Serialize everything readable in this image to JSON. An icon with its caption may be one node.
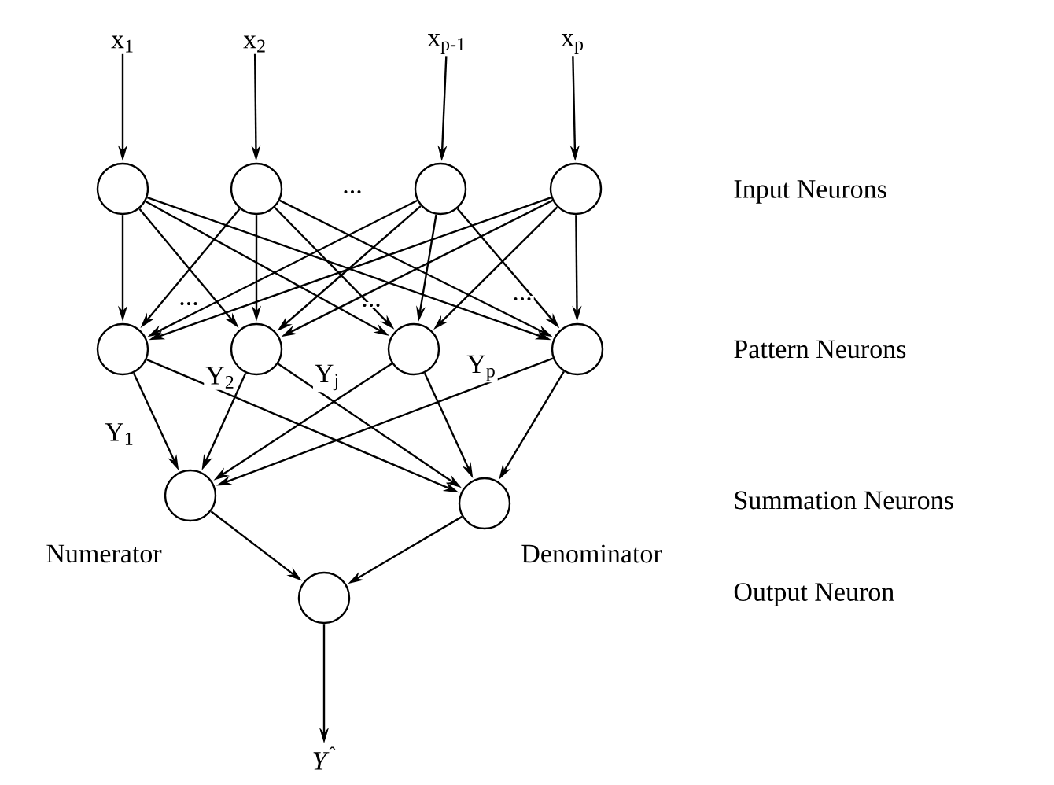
{
  "diagram": {
    "nodes": [
      {
        "text": [
          "x$_{1}$"
        ]
      },
      {
        "text": [
          "x$_{2}$"
        ]
      },
      {
        "text": [
          "x$_{p-1}$"
        ]
      },
      {
        "text": [
          "x$_{p}$"
        ]
      },
      {
        "text": [],
        "shape": "circle"
      },
      {
        "text": [],
        "shape": "circle"
      },
      {
        "text": [],
        "shape": "circle"
      },
      {
        "text": [],
        "shape": "circle"
      },
      {
        "text": [],
        "shape": "circle"
      },
      {
        "text": [],
        "shape": "circle"
      },
      {
        "text": [],
        "shape": "circle"
      },
      {
        "text": [],
        "shape": "circle"
      },
      {
        "text": [],
        "shape": "circle",
        "beside": [
          "Numerator"
        ]
      },
      {
        "text": [],
        "shape": "circle",
        "beside": [
          "Denominator"
        ]
      },
      {
        "text": [],
        "shape": "circle"
      },
      {
        "text": [
          "*Y*$^{ˆ}$"
        ]
      }
    ],
    "edges": [
      {
        "from": 0,
        "to": 4,
        "arrow": "to"
      },
      {
        "from": 1,
        "to": 5,
        "arrow": "to"
      },
      {
        "from": 2,
        "to": 6,
        "arrow": "to"
      },
      {
        "from": 3,
        "to": 7,
        "arrow": "to"
      },
      {
        "from": 4,
        "to": 8,
        "arrow": "to"
      },
      {
        "from": 4,
        "to": 9,
        "arrow": "to"
      },
      {
        "from": 4,
        "to": 10,
        "arrow": "to"
      },
      {
        "from": 4,
        "to": 11,
        "arrow": "to"
      },
      {
        "from": 5,
        "to": 8,
        "arrow": "to"
      },
      {
        "from": 5,
        "to": 9,
        "arrow": "to"
      },
      {
        "from": 5,
        "to": 10,
        "arrow": "to"
      },
      {
        "from": 5,
        "to": 11,
        "arrow": "to"
      },
      {
        "from": 6,
        "to": 8,
        "arrow": "to"
      },
      {
        "from": 6,
        "to": 9,
        "arrow": "to"
      },
      {
        "from": 6,
        "to": 10,
        "arrow": "to"
      },
      {
        "from": 6,
        "to": 11,
        "arrow": "to"
      },
      {
        "from": 7,
        "to": 8,
        "arrow": "to"
      },
      {
        "from": 7,
        "to": 9,
        "arrow": "to"
      },
      {
        "from": 7,
        "to": 10,
        "arrow": "to"
      },
      {
        "from": 7,
        "to": 11,
        "arrow": "to"
      },
      {
        "from": 8,
        "to": 12,
        "arrow": "to"
      },
      {
        "from": 8,
        "to": 13,
        "arrow": "to"
      },
      {
        "from": 9,
        "to": 12,
        "arrow": "to"
      },
      {
        "from": 9,
        "to": 13,
        "arrow": "to"
      },
      {
        "from": 10,
        "to": 12,
        "arrow": "to"
      },
      {
        "from": 10,
        "to": 13,
        "arrow": "to"
      },
      {
        "from": 11,
        "to": 12,
        "arrow": "to"
      },
      {
        "from": 11,
        "to": 13,
        "arrow": "to"
      },
      {
        "from": 12,
        "to": 14,
        "arrow": "to"
      },
      {
        "from": 13,
        "to": 14,
        "arrow": "to"
      },
      {
        "from": 14,
        "to": 15,
        "arrow": "to"
      }
    ],
    "labels": [
      "...",
      "Input Neurons",
      "...",
      "...",
      "...",
      "Pattern Neurons",
      "Y$_{2}$",
      "Y$_{j}$",
      "Y$_{p}$",
      "Y$_{1}$",
      "Summation Neurons",
      "Output Neuron"
    ]
  }
}
